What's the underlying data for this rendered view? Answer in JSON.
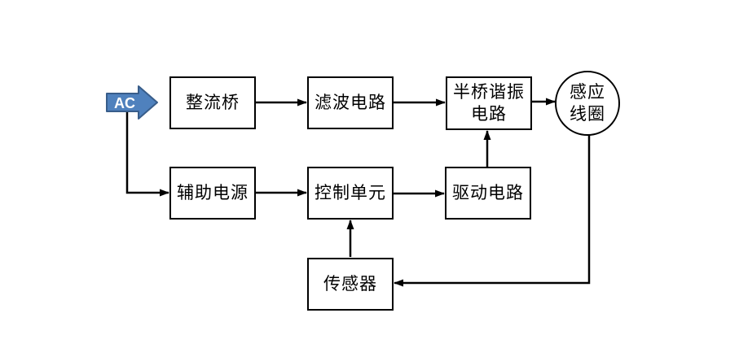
{
  "diagram": {
    "title": "induction-heating-system-block-diagram",
    "background_color": "#ffffff",
    "line_color": "#000000",
    "ac_source": {
      "label": "AC",
      "fill": "#4F81BD",
      "border": "#385D8A",
      "text_color": "#ffffff"
    },
    "nodes": {
      "rectifier": {
        "label": "整流桥",
        "shape": "rect"
      },
      "filter": {
        "label": "滤波电路",
        "shape": "rect"
      },
      "half_bridge": {
        "label": "半桥谐振电路",
        "lines": [
          "半桥谐振",
          "电路"
        ],
        "shape": "rect"
      },
      "coil": {
        "label": "感应线圈",
        "lines": [
          "感应",
          "线圈"
        ],
        "shape": "circle"
      },
      "aux_power": {
        "label": "辅助电源",
        "shape": "rect"
      },
      "control_unit": {
        "label": "控制单元",
        "shape": "rect"
      },
      "driver": {
        "label": "驱动电路",
        "shape": "rect"
      },
      "sensor": {
        "label": "传感器",
        "shape": "rect"
      }
    },
    "edges": [
      {
        "from": "ac",
        "to": "rectifier"
      },
      {
        "from": "rectifier",
        "to": "filter"
      },
      {
        "from": "filter",
        "to": "half_bridge"
      },
      {
        "from": "half_bridge",
        "to": "coil"
      },
      {
        "from": "ac",
        "to": "aux_power"
      },
      {
        "from": "aux_power",
        "to": "control_unit"
      },
      {
        "from": "control_unit",
        "to": "driver"
      },
      {
        "from": "driver",
        "to": "half_bridge"
      },
      {
        "from": "sensor",
        "to": "control_unit"
      },
      {
        "from": "coil",
        "to": "sensor"
      }
    ]
  }
}
